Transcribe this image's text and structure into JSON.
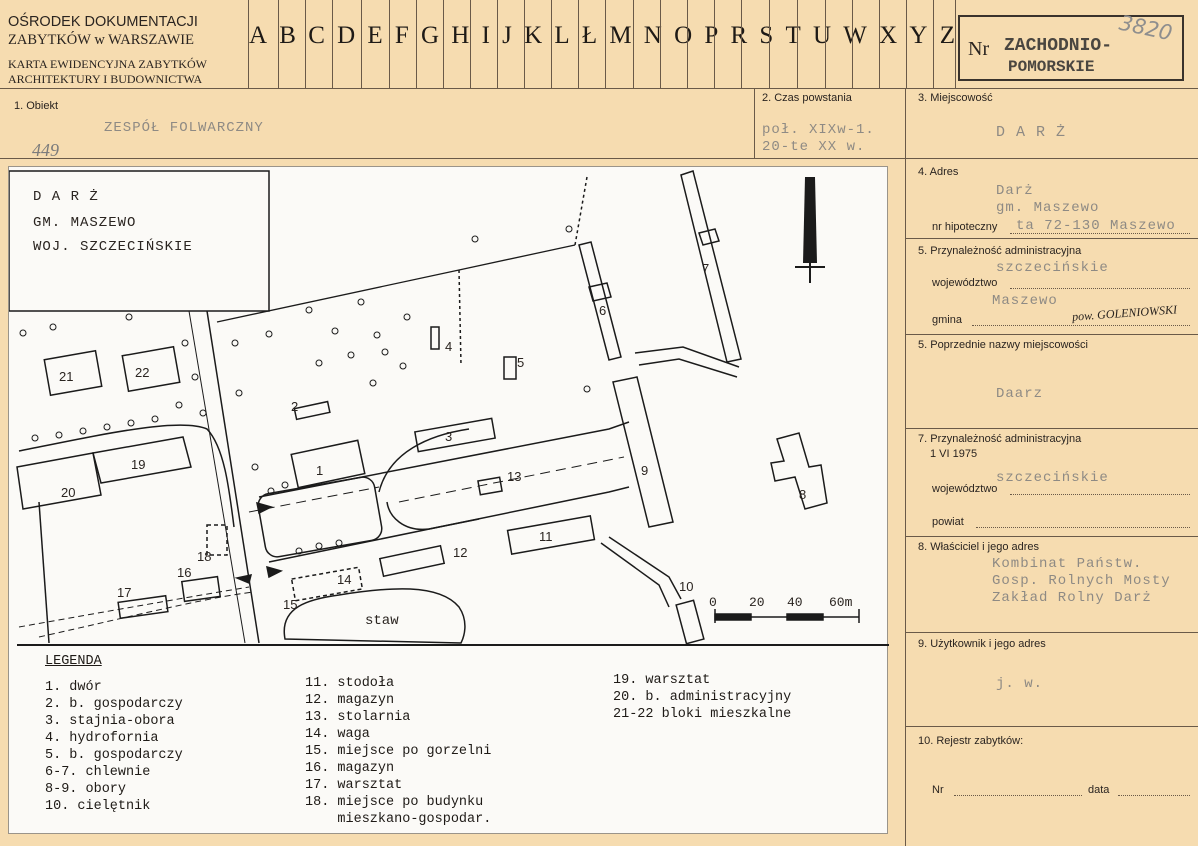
{
  "header": {
    "institution_line1": "OŚRODEK DOKUMENTACJI",
    "institution_line2": "ZABYTKÓW w WARSZAWIE",
    "card_line1": "KARTA EWIDENCYJNA ZABYTKÓW",
    "card_line2": "ARCHITEKTURY I BUDOWNICTWA",
    "index_letters": [
      "A",
      "B",
      "C",
      "D",
      "E",
      "F",
      "G",
      "H",
      "I",
      "J",
      "K",
      "L",
      "Ł",
      "M",
      "N",
      "O",
      "P",
      "R",
      "S",
      "T",
      "U",
      "W",
      "X",
      "Y",
      "Z"
    ],
    "nr_label": "Nr",
    "region_line1": "ZACHODNIO-",
    "region_line2": "POMORSKIE",
    "handwritten_number": "3820"
  },
  "fields": {
    "obiekt_label": "1. Obiekt",
    "obiekt_value": "ZESPÓŁ FOLWARCZNY",
    "obiekt_handwritten": "449",
    "czas_label": "2. Czas powstania",
    "czas_line1": "poł. XIXw-1.",
    "czas_line2": "20-te XX w.",
    "miejscowosc_label": "3. Miejscowość",
    "miejscowosc_value": "D A R Ż",
    "adres_label": "4. Adres",
    "adres_line1": "Darż",
    "adres_line2": "gm. Maszewo",
    "adres_nr_label": "nr hipoteczny",
    "adres_line3": "ta 72-130 Maszewo",
    "przyn_label": "5. Przynależność administracyjna",
    "przyn_woj_value": "szczecińskie",
    "przyn_woj_label": "województwo",
    "przyn_gmina_value": "Maszewo",
    "przyn_gmina_label": "gmina",
    "przyn_hand": "pow. GOLENIOWSKI",
    "poprz_label": "5. Poprzednie nazwy miejscowości",
    "poprz_value": "Daarz",
    "przyn1975_label1": "7. Przynależność administracyjna",
    "przyn1975_label2": "1 VI 1975",
    "przyn1975_woj_value": "szczecińskie",
    "przyn1975_woj_label": "województwo",
    "przyn1975_powiat_label": "powiat",
    "wlasciciel_label": "8. Właściciel i jego adres",
    "wlasciciel_line1": "Kombinat Państw.",
    "wlasciciel_line2": "Gosp. Rolnych Mosty",
    "wlasciciel_line3": "Zakład Rolny Darż",
    "uzytkownik_label": "9. Użytkownik i jego adres",
    "uzytkownik_value": "j. w.",
    "rejestr_label": "10. Rejestr zabytków:",
    "rejestr_nr_label": "Nr",
    "rejestr_data_label": "data"
  },
  "map": {
    "place_line1": "D A R Ż",
    "place_line2": "GM. MASZEWO",
    "place_line3": "WOJ. SZCZECIŃSKIE",
    "building_numbers": [
      "1",
      "2",
      "3",
      "4",
      "5",
      "6",
      "7",
      "8",
      "9",
      "10",
      "11",
      "12",
      "13",
      "14",
      "15",
      "16",
      "17",
      "18",
      "19",
      "20",
      "21",
      "22"
    ],
    "pond_label": "staw",
    "scale_labels": [
      "0",
      "20",
      "40",
      "60m"
    ]
  },
  "legend": {
    "title": "LEGENDA",
    "col1": [
      "1. dwór",
      "2. b. gospodarczy",
      "3. stajnia-obora",
      "4. hydrofornia",
      "5. b. gospodarczy",
      "6-7. chlewnie",
      "8-9. obory",
      "10. cielętnik"
    ],
    "col2": [
      "11. stodoła",
      "12. magazyn",
      "13. stolarnia",
      "14. waga",
      "15. miejsce po gorzelni",
      "16. magazyn",
      "17. warsztat",
      "18. miejsce po budynku",
      "    mieszkano-gospodar."
    ],
    "col3": [
      "19. warsztat",
      "20. b. administracyjny",
      "21-22 bloki mieszkalne"
    ]
  }
}
